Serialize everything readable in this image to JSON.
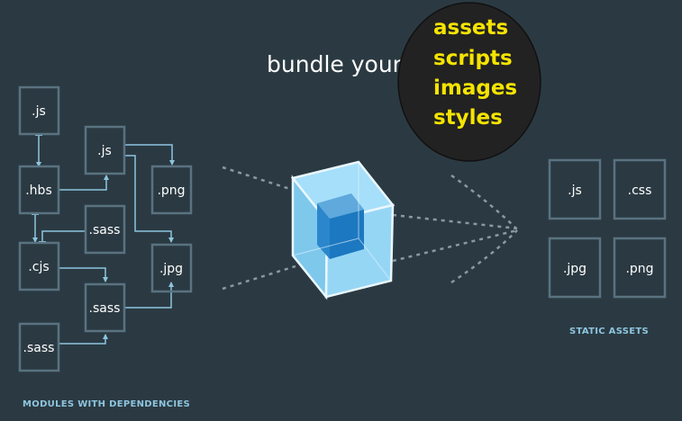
{
  "headline": "bundle your",
  "bubble_words": [
    "assets",
    "scripts",
    "images",
    "styles"
  ],
  "modules": [
    ".js",
    ".hbs",
    ".cjs",
    ".sass",
    ".js",
    ".sass",
    ".sass",
    ".png",
    ".jpg"
  ],
  "modules_caption": "MODULES WITH DEPENDENCIES",
  "static_assets": [
    ".js",
    ".css",
    ".jpg",
    ".png"
  ],
  "static_caption": "STATIC ASSETS",
  "colors": {
    "background": "#2b3a42",
    "box_border": "#5a7280",
    "connector": "#8ec5df",
    "caption": "#8ec5df",
    "cube": "#8ed6fb",
    "cube_inner": "#1c78c0",
    "highlight": "#f5e400",
    "bubble": "#222222"
  }
}
